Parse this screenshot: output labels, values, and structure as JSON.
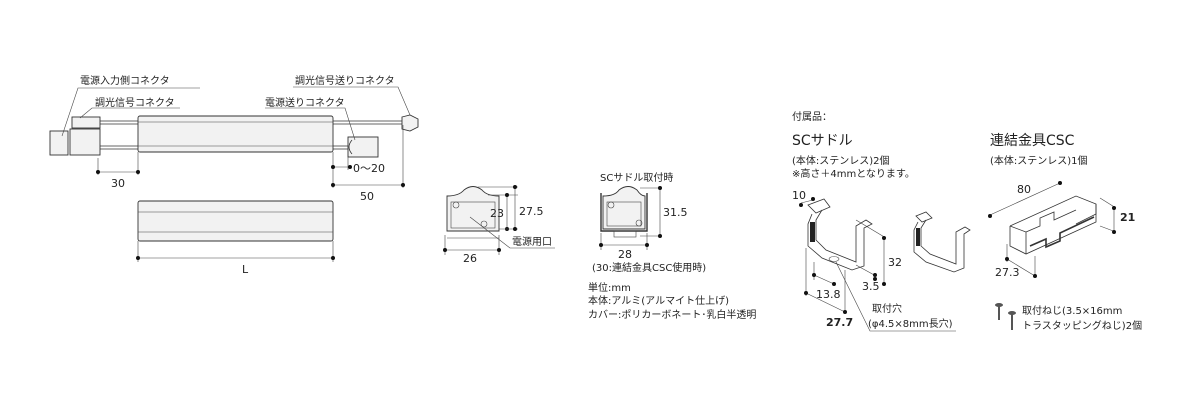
{
  "fixture_top": {
    "labels": {
      "power_input_connector": "電源入力側コネクタ",
      "dimming_connector": "調光信号コネクタ",
      "power_feed_connector": "電源送りコネクタ",
      "dimming_feed_connector": "調光信号送りコネクタ"
    },
    "dims": {
      "left_offset": "30",
      "feed_range": "0〜20",
      "right_offset": "50"
    }
  },
  "fixture_side": {
    "length_label": "L"
  },
  "profile": {
    "height_inner": "23",
    "height_total": "27.5",
    "width": "26",
    "power_port": "電源用口"
  },
  "saddle_profile": {
    "title": "SCサドル取付時",
    "height": "31.5",
    "width": "28",
    "width_note": "(30:連結金具CSC使用時)"
  },
  "notes": [
    "単位:mm",
    "本体:アルミ(アルマイト仕上げ)",
    "カバー:ポリカーボネート･乳白半透明"
  ],
  "accessories": {
    "heading": "付属品：",
    "sc_saddle": {
      "title": "SCサドル",
      "material": "(本体:ステンレス)2個",
      "note": "※高さ＋4mmとなります。",
      "dims": {
        "top": "10",
        "height": "32",
        "lip": "3.5",
        "hole_pos": "13.8",
        "depth": "27.7"
      },
      "hole_label": "取付穴",
      "hole_spec": "(φ4.5×8mm長穴)"
    },
    "csc": {
      "title": "連結金具CSC",
      "material": "(本体:ステンレス)1個",
      "dims": {
        "length": "80",
        "height": "21",
        "width": "27.3"
      }
    },
    "screws": {
      "line1": "取付ねじ(3.5×16mm",
      "line2": "トラスタッピングねじ)2個"
    }
  }
}
